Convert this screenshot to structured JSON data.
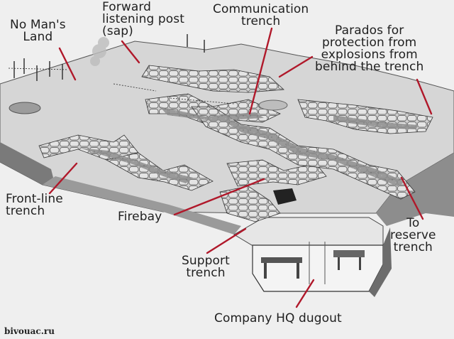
{
  "labels": {
    "no_mans_land": "No Man's\nLand",
    "forward_post": "Forward\nlistening post\n(sap)",
    "communication": "Communication\ntrench",
    "parados": "Parados for\nprotection from\nexplosions from\nbehind the trench",
    "front_line": "Front-line\ntrench",
    "firebay": "Firebay",
    "to_reserve": "To\nreserve\ntrench",
    "support": "Support\ntrench",
    "company_hq": "Company HQ dugout"
  },
  "watermark": "bivouac.ru",
  "colors": {
    "leader": "#b0182a",
    "ink": "#1f1f1f",
    "paper": "#efefef"
  }
}
